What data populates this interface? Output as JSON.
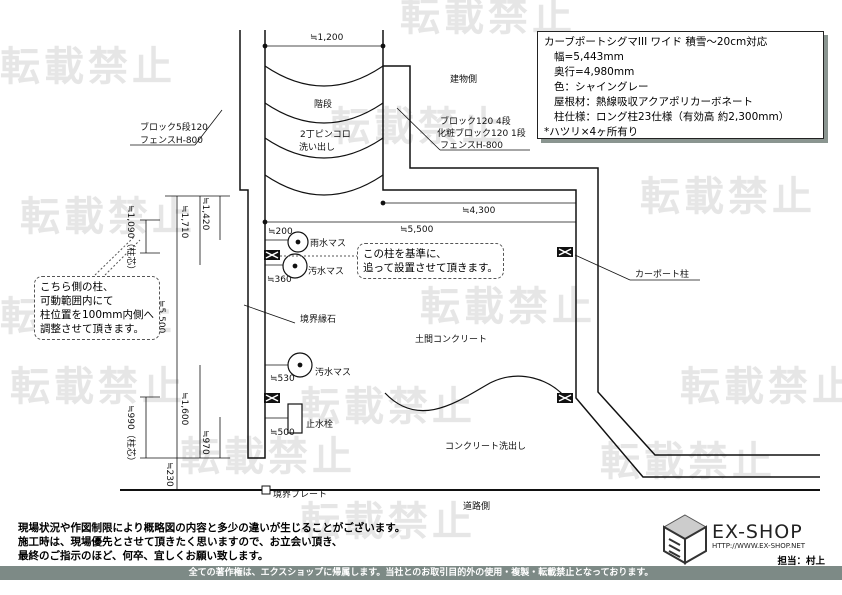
{
  "watermark": "転載禁止",
  "spec": {
    "title": "カーブポートシグマIII ワイド 積雪～20cm対応",
    "width": "幅=5,443mm",
    "depth": "奥行=4,980mm",
    "color": "色：シャイングレー",
    "roof": "屋根材：熱線吸収アクアポリカーボネート",
    "post": "柱仕様：ロング柱23仕様（有効高 約2,300mm）",
    "note": "*ハツリ×4ヶ所有り"
  },
  "labels": {
    "building_side": "建物側",
    "road_side": "道路側",
    "stairs": "階段",
    "stairs_finish_1": "2丁ピンコロ",
    "stairs_finish_2": "洗い出し",
    "left_wall_1": "ブロック5段120",
    "left_wall_2": "フェンスH-800",
    "right_wall_1": "ブロック120 4段",
    "right_wall_2": "化粧ブロック120 1段",
    "right_wall_3": "フェンスH-800",
    "rain_basin": "雨水マス",
    "sewage_basin_1": "汚水マス",
    "sewage_basin_2": "汚水マス",
    "water_stop": "止水栓",
    "boundary_stone": "境界縁石",
    "carport_post": "カーポート柱",
    "earth_floor": "土間コンクリート",
    "concrete_wash": "コンクリート洗出し",
    "boundary_plate": "境界プレート"
  },
  "dimensions": {
    "stairs_width": "≒1,200",
    "d4300": "≒4,300",
    "d5500_h": "≒5,500",
    "d200": "≒200",
    "d360": "≒360",
    "d530": "≒530",
    "d500": "≒500",
    "d1090": "≒1,090（柱芯）",
    "d1710": "≒1,710",
    "d1420": "≒1,420",
    "d5500_v": "≒5,500",
    "d1600": "≒1,600",
    "d970": "≒970",
    "d990": "≒990（柱芯）",
    "d230": "≒230"
  },
  "callouts": {
    "left": [
      "こちら側の柱、",
      "可動範囲内にて",
      "柱位置を100mm内側へ",
      "調整させて頂きます。"
    ],
    "center": [
      "この柱を基準に、",
      "追って設置させて頂きます。"
    ]
  },
  "notes": [
    "現場状況や作図制限により概略図の内容と多少の違いが生じることがございます。",
    "施工時は、現場優先とさせて頂きたく思いますので、お立会い頂き、",
    "最終のご指示のほど、何卒、宜しくお願い致します。"
  ],
  "logo": {
    "name": "EX-SHOP",
    "url": "HTTP://WWW.EX-SHOP.NET",
    "staff": "担当：村上"
  },
  "footer": "全ての著作権は、エクスショップに帰属します。当社とのお取引目的外の使用・複製・転載禁止となっております。",
  "colors": {
    "footer_bg": "#7d8a86",
    "line": "#111111",
    "watermark": "#e6e6e6"
  }
}
